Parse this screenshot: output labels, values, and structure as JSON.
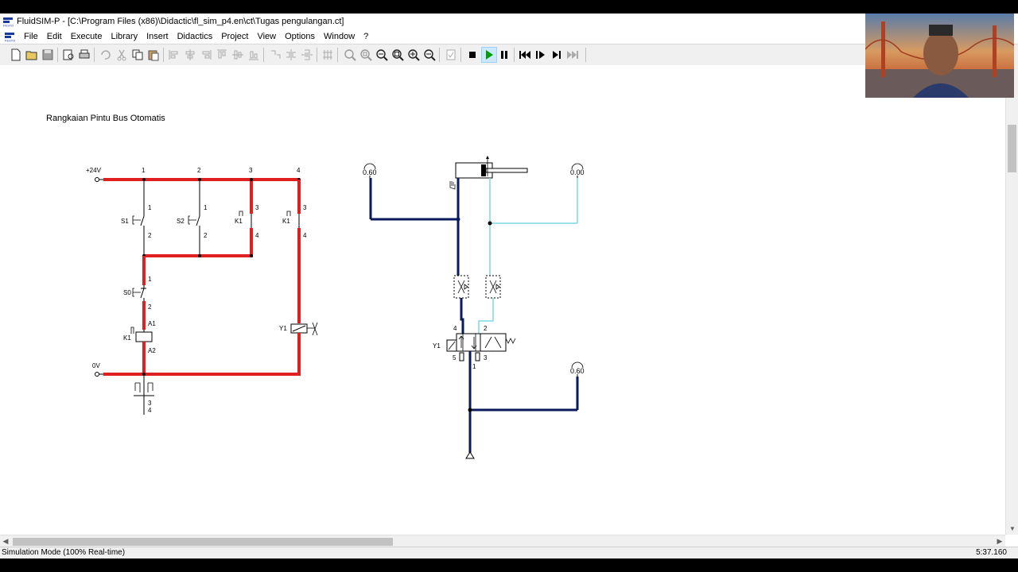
{
  "window": {
    "title": "FluidSIM-P - [C:\\Program Files (x86)\\Didactic\\fl_sim_p4.en\\ct\\Tugas pengulangan.ct]"
  },
  "menu": {
    "items": [
      "File",
      "Edit",
      "Execute",
      "Library",
      "Insert",
      "Didactics",
      "Project",
      "View",
      "Options",
      "Window",
      "?"
    ]
  },
  "toolbar": {
    "buttons": [
      "new-icon",
      "open-icon",
      "save-icon",
      "print-preview-icon",
      "print-icon",
      "undo-icon",
      "cut-icon",
      "copy-icon",
      "paste-icon",
      "align-left-icon",
      "align-center-icon",
      "align-right-icon",
      "align-top-icon",
      "align-middle-icon",
      "align-bottom-icon",
      "rotate-icon",
      "mirror-icon",
      "flip-icon",
      "grid-icon",
      "zoom-fit-icon",
      "zoom-window-icon",
      "zoom-reset-icon",
      "zoom-prev-icon",
      "zoom-in-icon",
      "zoom-out-icon",
      "check-icon",
      "stop-icon",
      "play-icon",
      "pause-icon",
      "reset-icon",
      "step-icon",
      "step-end-icon",
      "fast-forward-icon"
    ]
  },
  "diagram": {
    "title": "Rangkaian Pintu Bus Otomatis",
    "electrical": {
      "supply_pos": "+24V",
      "supply_neg": "0V",
      "rungs": [
        "1",
        "2",
        "3",
        "4"
      ],
      "components": {
        "s1": "S1",
        "s2": "S2",
        "s0": "S0",
        "k1": "K1",
        "y1": "Y1",
        "a1": "A1",
        "a2": "A2"
      },
      "contact_numbers": {
        "one": "1",
        "two": "2",
        "three": "3",
        "four": "4"
      },
      "relay_table": [
        "3",
        "4"
      ]
    },
    "pneumatic": {
      "gauge_left": "0.60",
      "gauge_right": "0.00",
      "gauge_supply": "0.60",
      "valve_label": "Y1",
      "ports": {
        "p4": "4",
        "p2": "2",
        "p5": "5",
        "p1": "1",
        "p3": "3"
      }
    }
  },
  "status": {
    "mode": "Simulation Mode (100% Real-time)",
    "time": "5:37.160"
  },
  "colors": {
    "active_electric": "#e02020",
    "wire": "#000000",
    "pressure_line": "#0a1a5c",
    "exhaust_line": "#7fd8e8",
    "play_active": "#00a000"
  }
}
